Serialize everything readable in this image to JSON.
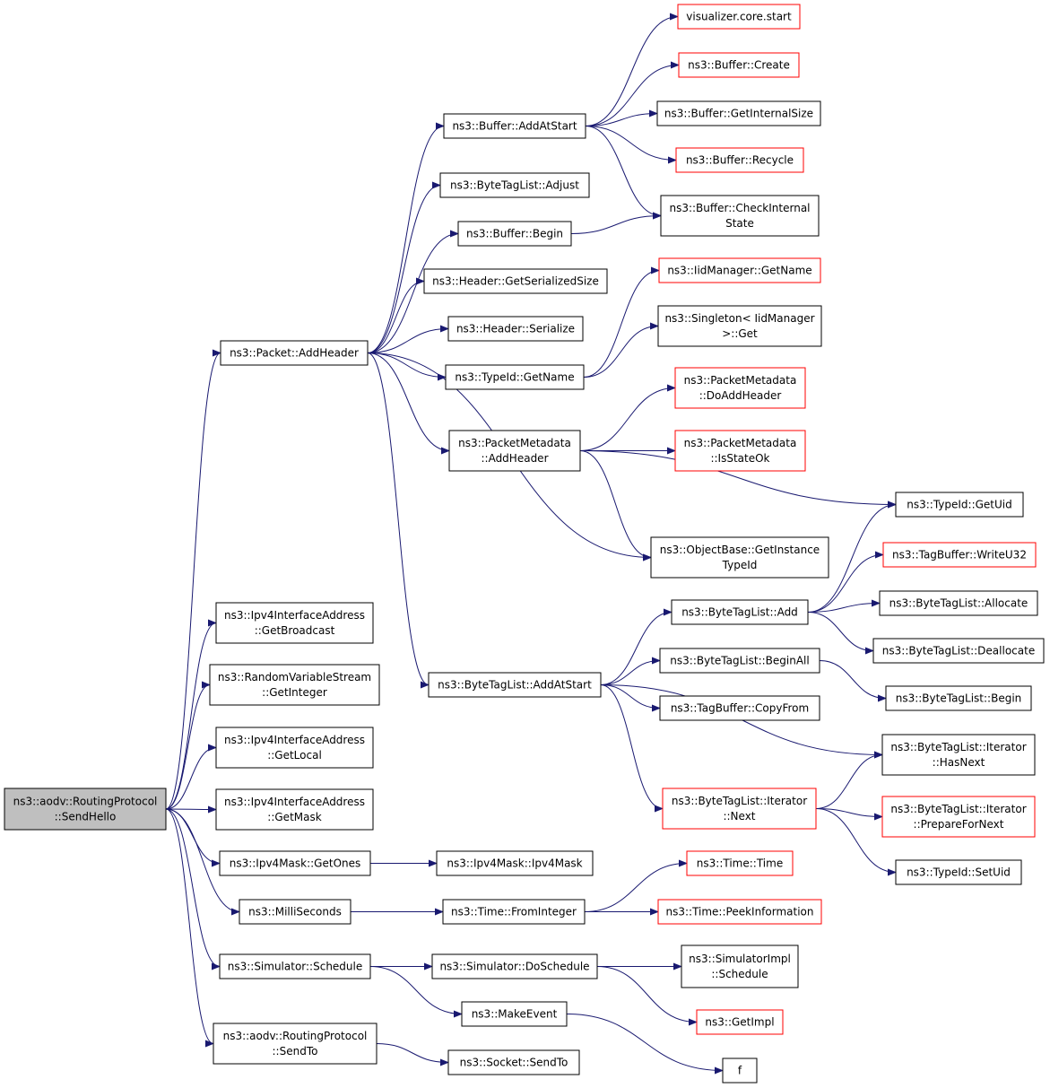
{
  "graph": {
    "colors": {
      "edge": "#191970",
      "node_border": "#000000",
      "truncated_border": "#ff0000",
      "root_fill": "#bfbfbf",
      "node_fill": "#ffffff"
    },
    "nodes": [
      {
        "id": "root",
        "lines": [
          "ns3::aodv::RoutingProtocol",
          "::SendHello"
        ],
        "kind": "root"
      },
      {
        "id": "addHeader",
        "lines": [
          "ns3::Packet::AddHeader"
        ],
        "kind": "normal"
      },
      {
        "id": "getBroadcast",
        "lines": [
          "ns3::Ipv4InterfaceAddress",
          "::GetBroadcast"
        ],
        "kind": "normal"
      },
      {
        "id": "getInteger",
        "lines": [
          "ns3::RandomVariableStream",
          "::GetInteger"
        ],
        "kind": "normal"
      },
      {
        "id": "getLocal",
        "lines": [
          "ns3::Ipv4InterfaceAddress",
          "::GetLocal"
        ],
        "kind": "normal"
      },
      {
        "id": "getMask",
        "lines": [
          "ns3::Ipv4InterfaceAddress",
          "::GetMask"
        ],
        "kind": "normal"
      },
      {
        "id": "getOnes",
        "lines": [
          "ns3::Ipv4Mask::GetOnes"
        ],
        "kind": "normal"
      },
      {
        "id": "milliSeconds",
        "lines": [
          "ns3::MilliSeconds"
        ],
        "kind": "normal"
      },
      {
        "id": "schedule",
        "lines": [
          "ns3::Simulator::Schedule"
        ],
        "kind": "normal"
      },
      {
        "id": "sendTo",
        "lines": [
          "ns3::aodv::RoutingProtocol",
          "::SendTo"
        ],
        "kind": "normal"
      },
      {
        "id": "bufAddAtStart",
        "lines": [
          "ns3::Buffer::AddAtStart"
        ],
        "kind": "normal"
      },
      {
        "id": "btlAdjust",
        "lines": [
          "ns3::ByteTagList::Adjust"
        ],
        "kind": "normal"
      },
      {
        "id": "bufBegin",
        "lines": [
          "ns3::Buffer::Begin"
        ],
        "kind": "normal"
      },
      {
        "id": "hdrGetSerSize",
        "lines": [
          "ns3::Header::GetSerializedSize"
        ],
        "kind": "normal"
      },
      {
        "id": "hdrSerialize",
        "lines": [
          "ns3::Header::Serialize"
        ],
        "kind": "normal"
      },
      {
        "id": "typeIdGetName",
        "lines": [
          "ns3::TypeId::GetName"
        ],
        "kind": "normal"
      },
      {
        "id": "pmAddHeader",
        "lines": [
          "ns3::PacketMetadata",
          "::AddHeader"
        ],
        "kind": "normal"
      },
      {
        "id": "btlAddAtStart",
        "lines": [
          "ns3::ByteTagList::AddAtStart"
        ],
        "kind": "normal"
      },
      {
        "id": "visStart",
        "lines": [
          "visualizer.core.start"
        ],
        "kind": "truncated"
      },
      {
        "id": "bufCreate",
        "lines": [
          "ns3::Buffer::Create"
        ],
        "kind": "truncated"
      },
      {
        "id": "bufGetInternalSize",
        "lines": [
          "ns3::Buffer::GetInternalSize"
        ],
        "kind": "normal"
      },
      {
        "id": "bufRecycle",
        "lines": [
          "ns3::Buffer::Recycle"
        ],
        "kind": "truncated"
      },
      {
        "id": "bufCheckInternal",
        "lines": [
          "ns3::Buffer::CheckInternal",
          "State"
        ],
        "kind": "normal"
      },
      {
        "id": "iidGetName",
        "lines": [
          "ns3::IidManager::GetName"
        ],
        "kind": "truncated"
      },
      {
        "id": "singletonGet",
        "lines": [
          "ns3::Singleton< IidManager",
          ">::Get"
        ],
        "kind": "normal"
      },
      {
        "id": "pmDoAddHeader",
        "lines": [
          "ns3::PacketMetadata",
          "::DoAddHeader"
        ],
        "kind": "truncated"
      },
      {
        "id": "pmIsStateOk",
        "lines": [
          "ns3::PacketMetadata",
          "::IsStateOk"
        ],
        "kind": "truncated"
      },
      {
        "id": "typeIdGetUid",
        "lines": [
          "ns3::TypeId::GetUid"
        ],
        "kind": "normal"
      },
      {
        "id": "objGetInstance",
        "lines": [
          "ns3::ObjectBase::GetInstance",
          "TypeId"
        ],
        "kind": "normal"
      },
      {
        "id": "btlAdd",
        "lines": [
          "ns3::ByteTagList::Add"
        ],
        "kind": "normal"
      },
      {
        "id": "btlBeginAll",
        "lines": [
          "ns3::ByteTagList::BeginAll"
        ],
        "kind": "normal"
      },
      {
        "id": "tagBufCopyFrom",
        "lines": [
          "ns3::TagBuffer::CopyFrom"
        ],
        "kind": "normal"
      },
      {
        "id": "btlIterNext",
        "lines": [
          "ns3::ByteTagList::Iterator",
          "::Next"
        ],
        "kind": "truncated"
      },
      {
        "id": "tagBufWriteU32",
        "lines": [
          "ns3::TagBuffer::WriteU32"
        ],
        "kind": "truncated"
      },
      {
        "id": "btlAllocate",
        "lines": [
          "ns3::ByteTagList::Allocate"
        ],
        "kind": "normal"
      },
      {
        "id": "btlDeallocate",
        "lines": [
          "ns3::ByteTagList::Deallocate"
        ],
        "kind": "normal"
      },
      {
        "id": "btlBegin",
        "lines": [
          "ns3::ByteTagList::Begin"
        ],
        "kind": "normal"
      },
      {
        "id": "btlIterHasNext",
        "lines": [
          "ns3::ByteTagList::Iterator",
          "::HasNext"
        ],
        "kind": "normal"
      },
      {
        "id": "btlIterPrepare",
        "lines": [
          "ns3::ByteTagList::Iterator",
          "::PrepareForNext"
        ],
        "kind": "truncated"
      },
      {
        "id": "typeIdSetUid",
        "lines": [
          "ns3::TypeId::SetUid"
        ],
        "kind": "normal"
      },
      {
        "id": "ipv4MaskCtor",
        "lines": [
          "ns3::Ipv4Mask::Ipv4Mask"
        ],
        "kind": "normal"
      },
      {
        "id": "timeFromInteger",
        "lines": [
          "ns3::Time::FromInteger"
        ],
        "kind": "normal"
      },
      {
        "id": "timeTime",
        "lines": [
          "ns3::Time::Time"
        ],
        "kind": "truncated"
      },
      {
        "id": "timePeek",
        "lines": [
          "ns3::Time::PeekInformation"
        ],
        "kind": "truncated"
      },
      {
        "id": "simDoSchedule",
        "lines": [
          "ns3::Simulator::DoSchedule"
        ],
        "kind": "normal"
      },
      {
        "id": "makeEvent",
        "lines": [
          "ns3::MakeEvent"
        ],
        "kind": "normal"
      },
      {
        "id": "simImplSchedule",
        "lines": [
          "ns3::SimulatorImpl",
          "::Schedule"
        ],
        "kind": "normal"
      },
      {
        "id": "getImpl",
        "lines": [
          "ns3::GetImpl"
        ],
        "kind": "truncated"
      },
      {
        "id": "f",
        "lines": [
          "f"
        ],
        "kind": "normal"
      },
      {
        "id": "socketSendTo",
        "lines": [
          "ns3::Socket::SendTo"
        ],
        "kind": "normal"
      }
    ],
    "edges": [
      [
        "root",
        "addHeader"
      ],
      [
        "root",
        "getBroadcast"
      ],
      [
        "root",
        "getInteger"
      ],
      [
        "root",
        "getLocal"
      ],
      [
        "root",
        "getMask"
      ],
      [
        "root",
        "getOnes"
      ],
      [
        "root",
        "milliSeconds"
      ],
      [
        "root",
        "schedule"
      ],
      [
        "root",
        "sendTo"
      ],
      [
        "addHeader",
        "bufAddAtStart"
      ],
      [
        "addHeader",
        "btlAdjust"
      ],
      [
        "addHeader",
        "bufBegin"
      ],
      [
        "addHeader",
        "hdrGetSerSize"
      ],
      [
        "addHeader",
        "hdrSerialize"
      ],
      [
        "addHeader",
        "typeIdGetName"
      ],
      [
        "addHeader",
        "pmAddHeader"
      ],
      [
        "addHeader",
        "objGetInstance"
      ],
      [
        "addHeader",
        "btlAddAtStart"
      ],
      [
        "bufAddAtStart",
        "visStart"
      ],
      [
        "bufAddAtStart",
        "bufCreate"
      ],
      [
        "bufAddAtStart",
        "bufGetInternalSize"
      ],
      [
        "bufAddAtStart",
        "bufRecycle"
      ],
      [
        "bufAddAtStart",
        "bufCheckInternal"
      ],
      [
        "bufBegin",
        "bufCheckInternal"
      ],
      [
        "typeIdGetName",
        "iidGetName"
      ],
      [
        "typeIdGetName",
        "singletonGet"
      ],
      [
        "pmAddHeader",
        "pmDoAddHeader"
      ],
      [
        "pmAddHeader",
        "pmIsStateOk"
      ],
      [
        "pmAddHeader",
        "typeIdGetUid"
      ],
      [
        "pmAddHeader",
        "objGetInstance"
      ],
      [
        "btlAddAtStart",
        "btlAdd"
      ],
      [
        "btlAddAtStart",
        "btlBeginAll"
      ],
      [
        "btlAddAtStart",
        "tagBufCopyFrom"
      ],
      [
        "btlAddAtStart",
        "btlIterHasNext"
      ],
      [
        "btlAddAtStart",
        "btlIterNext"
      ],
      [
        "btlAdd",
        "typeIdGetUid"
      ],
      [
        "btlAdd",
        "tagBufWriteU32"
      ],
      [
        "btlAdd",
        "btlAllocate"
      ],
      [
        "btlAdd",
        "btlDeallocate"
      ],
      [
        "btlBeginAll",
        "btlBegin"
      ],
      [
        "btlIterNext",
        "btlIterHasNext"
      ],
      [
        "btlIterNext",
        "btlIterPrepare"
      ],
      [
        "btlIterNext",
        "typeIdSetUid"
      ],
      [
        "getOnes",
        "ipv4MaskCtor"
      ],
      [
        "milliSeconds",
        "timeFromInteger"
      ],
      [
        "timeFromInteger",
        "timeTime"
      ],
      [
        "timeFromInteger",
        "timePeek"
      ],
      [
        "schedule",
        "simDoSchedule"
      ],
      [
        "schedule",
        "makeEvent"
      ],
      [
        "simDoSchedule",
        "simImplSchedule"
      ],
      [
        "simDoSchedule",
        "getImpl"
      ],
      [
        "makeEvent",
        "f"
      ],
      [
        "sendTo",
        "socketSendTo"
      ]
    ]
  }
}
